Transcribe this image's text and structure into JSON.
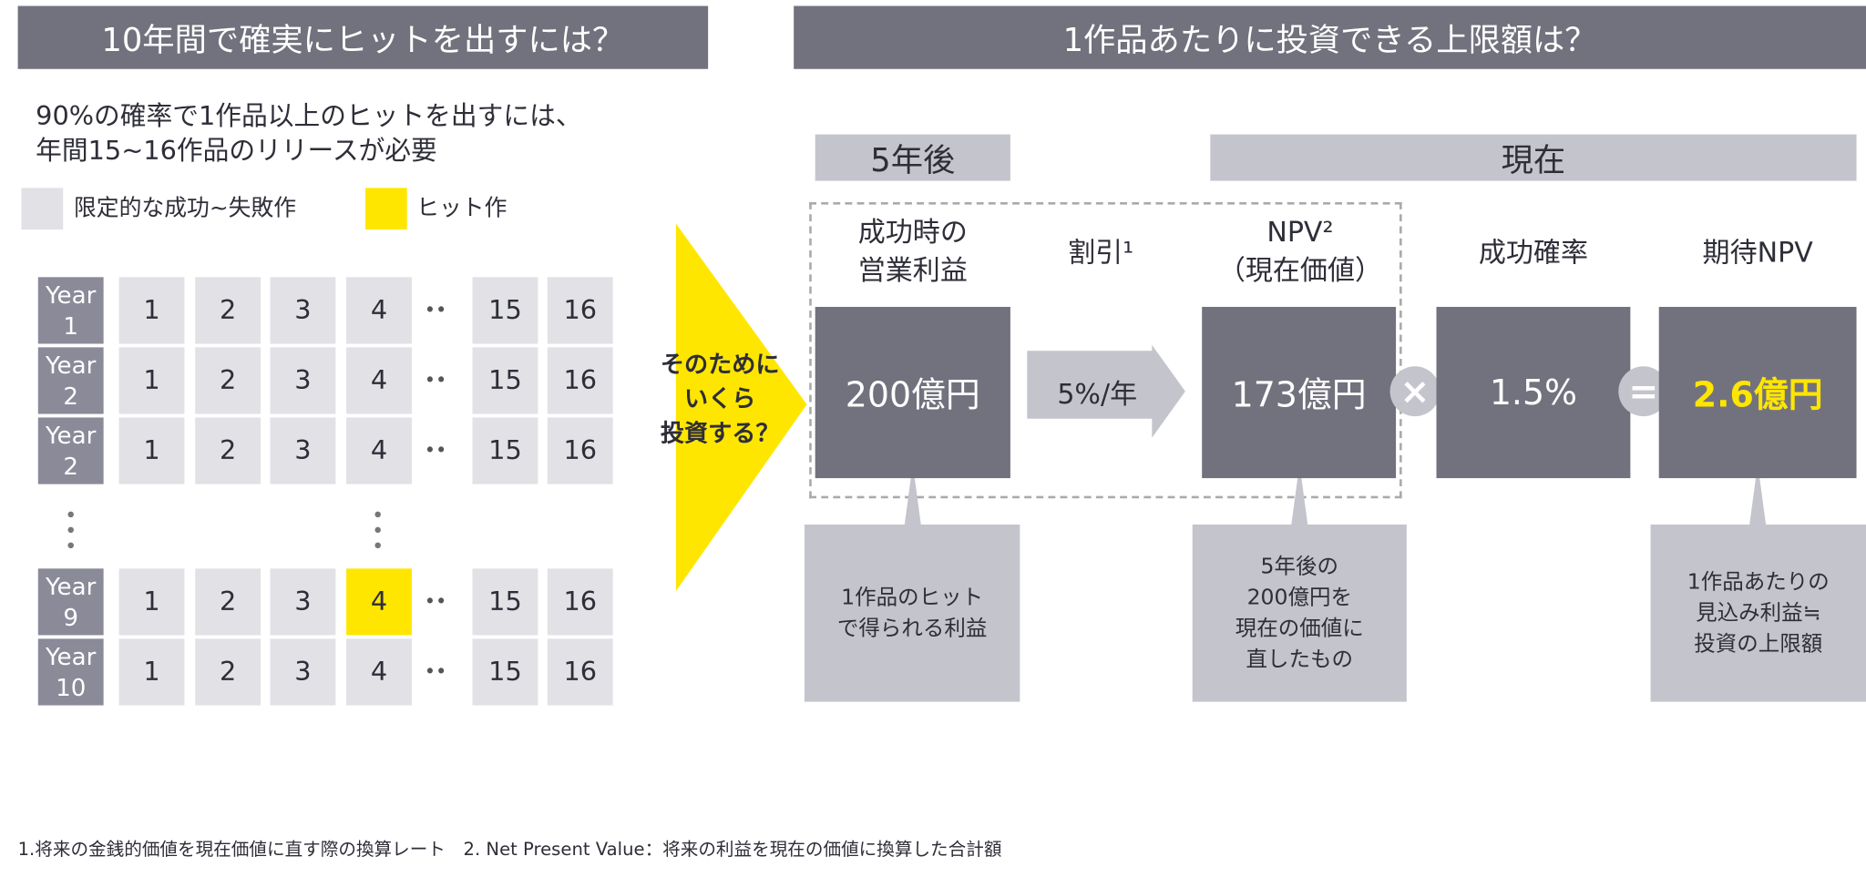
{
  "left_title": "10年間で確実にヒットを出すには？",
  "right_title": "1作品あたりに投資できる上限額は？",
  "subtitle": [
    "90%の確率で1作品以上のヒットを出すには、",
    "年間15~16作品のリリースが必要"
  ],
  "legend": {
    "normal": "限定的な成功~失敗作",
    "hit": "ヒット作"
  },
  "grid": {
    "columns": [
      "1",
      "2",
      "3",
      "4",
      "15",
      "16"
    ],
    "ellipsis": "••",
    "rows": [
      {
        "label": [
          "Year",
          "1"
        ],
        "hit_index": -1
      },
      {
        "label": [
          "Year",
          "2"
        ],
        "hit_index": -1
      },
      {
        "label": [
          "Year",
          "2"
        ],
        "hit_index": -1
      },
      {
        "label": [
          "Year",
          "9"
        ],
        "hit_index": 3
      },
      {
        "label": [
          "Year",
          "10"
        ],
        "hit_index": -1
      }
    ]
  },
  "arrow_text": [
    "そのために",
    "いくら",
    "投資する？"
  ],
  "bands": {
    "future": "5年後",
    "present": "現在"
  },
  "headers": {
    "profit": [
      "成功時の",
      "営業利益"
    ],
    "discount": "割引¹",
    "npv": [
      "NPV²",
      "（現在価値）"
    ],
    "prob": "成功確率",
    "expected": "期待NPV"
  },
  "values": {
    "profit": "200億円",
    "rate": "5%/年",
    "npv": "173億円",
    "prob": "1.5%",
    "expected": "2.6億円"
  },
  "operators": {
    "times": "×",
    "equals": "="
  },
  "callouts": {
    "profit": [
      "1作品のヒット",
      "で得られる利益"
    ],
    "npv": [
      "5年後の",
      "200億円を",
      "現在の価値に",
      "直したもの"
    ],
    "expected": [
      "1作品あたりの",
      "見込み利益≒",
      "投資の上限額"
    ]
  },
  "footnote": "1.将来の金銭的価値を現在価値に直す際の換算レート　2. Net Present Value：将来の利益を現在の価値に換算した合計額",
  "colors": {
    "dark": "#72727e",
    "light": "#c4c4cc",
    "cell": "#e1e1e6",
    "yellow": "#ffe600"
  }
}
